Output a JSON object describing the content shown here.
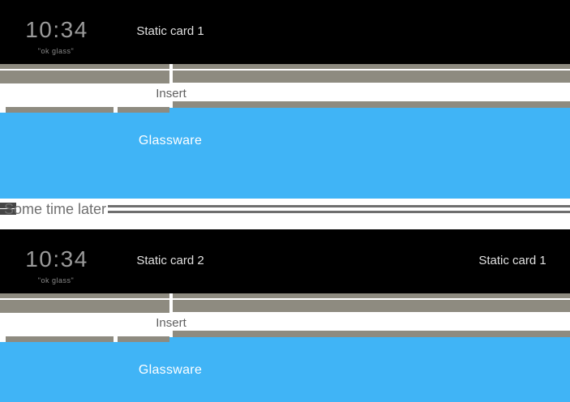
{
  "colors": {
    "card_black": "#000000",
    "track_gray": "#8e8b80",
    "glassware_blue": "#40b4f6",
    "clock_gray": "#9a9a9a",
    "label_light": "#e0e0e0",
    "insert_text": "#5f5f5f",
    "separator_line": "#6e6e6e",
    "separator_line_dark": "#454545",
    "separator_text": "#6f6f6f"
  },
  "stage1": {
    "home_card": {
      "clock": "10:34",
      "hotword": "\"ok glass\""
    },
    "slot_label": "Static card 1",
    "insert_label": "Insert",
    "glassware_label": "Glassware"
  },
  "separator": {
    "label": "Some time later"
  },
  "stage2": {
    "home_card": {
      "clock": "10:34",
      "hotword": "\"ok glass\""
    },
    "slot_label": "Static card 2",
    "pushed_label": "Static card 1",
    "insert_label": "Insert",
    "glassware_label": "Glassware"
  }
}
